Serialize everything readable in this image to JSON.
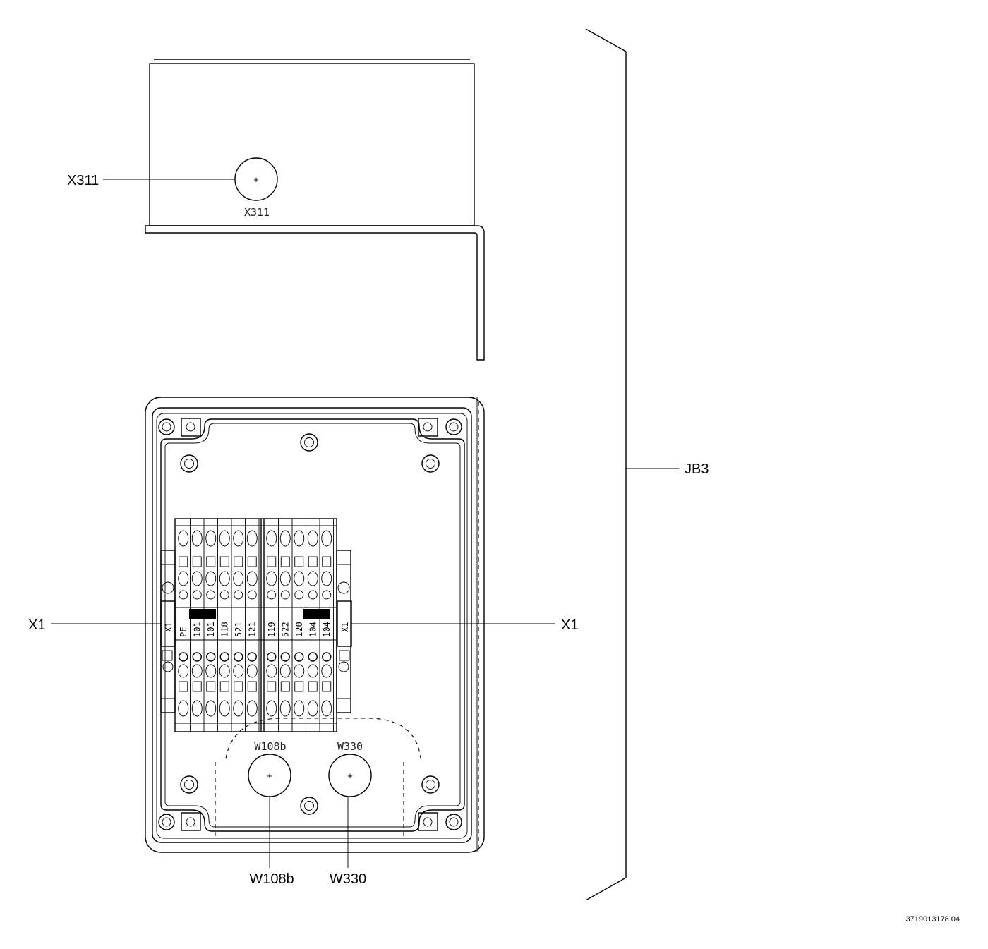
{
  "labels": {
    "x311_callout": "X311",
    "x311_plate": "X311",
    "jb3": "JB3",
    "x1_left_callout": "X1",
    "x1_right_callout": "X1",
    "x1_rail_left": "X1",
    "x1_rail_right": "X1",
    "w108b_callout": "W108b",
    "w330_callout": "W330",
    "w108b_plate": "W108b",
    "w330_plate": "W330",
    "gland_plus": "+",
    "doc_number": "3719013178 04"
  },
  "terminals_left": [
    "PE",
    "101",
    "101",
    "118",
    "521",
    "121"
  ],
  "terminals_right": [
    "119",
    "522",
    "120",
    "104",
    "104"
  ]
}
